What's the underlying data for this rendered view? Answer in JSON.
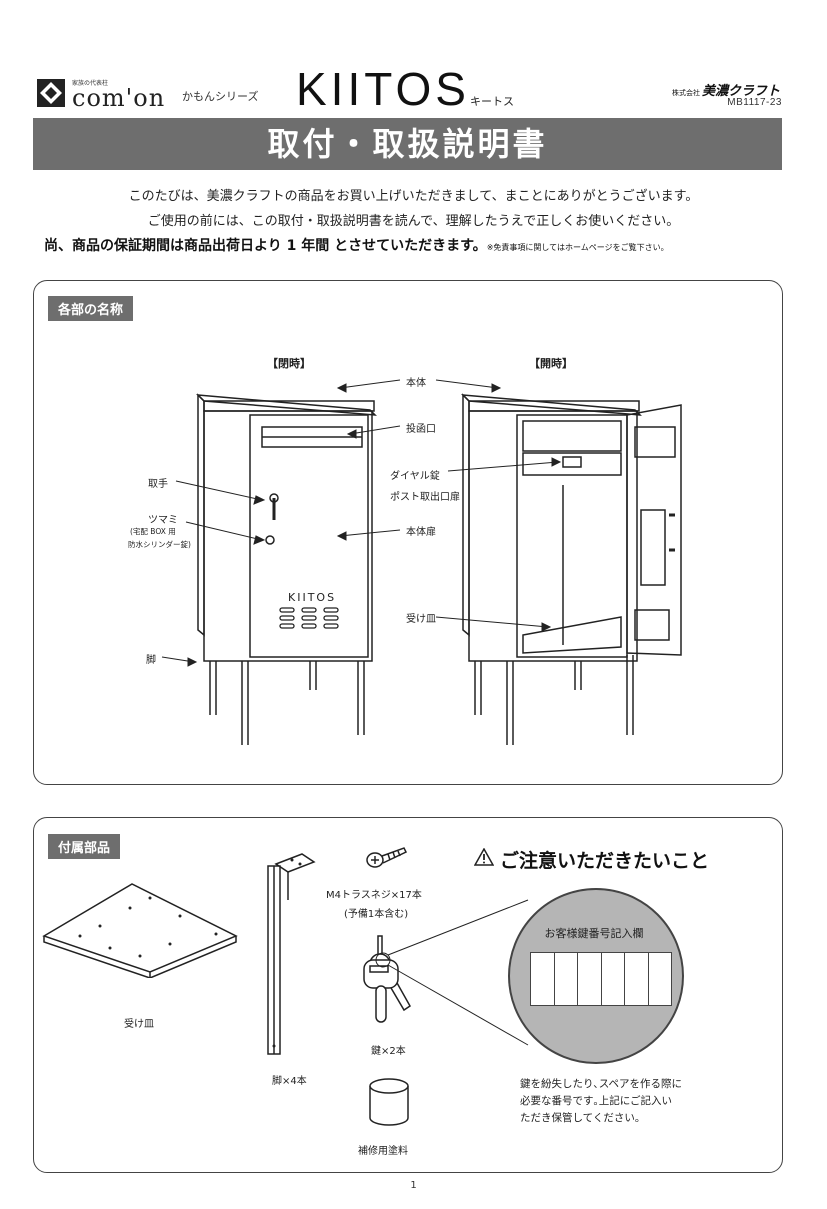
{
  "header": {
    "brand_tagline": "家族の代表柱",
    "brand_name": "com'on",
    "series_name": "かもんシリーズ",
    "product_name": "KIITOS",
    "product_kana": "キートス",
    "company_prefix": "株式会社",
    "company_name": "美濃クラフト",
    "doc_code": "MB1117-23"
  },
  "title": "取付・取扱説明書",
  "intro": {
    "line1": "このたびは、美濃クラフトの商品をお買い上げいただきまして、まことにありがとうございます。",
    "line2": "ご使用の前には、この取付・取扱説明書を読んで、理解したうえで正しくお使いください。",
    "warranty": "尚、商品の保証期間は商品出荷日より 1 年間 とさせていただきます。",
    "warranty_note": "※免責事項に関してはホームページをご覧下さい。"
  },
  "parts_section": {
    "title": "各部の名称",
    "closed_label": "【閉時】",
    "open_label": "【開時】",
    "labels": {
      "body": "本体",
      "slot": "投函口",
      "handle": "取手",
      "knob": "ツマミ",
      "knob_note": "(宅配 BOX 用",
      "knob_note2": "防水シリンダー錠)",
      "door": "本体扉",
      "dial_lock": "ダイヤル錠",
      "post_door": "ポスト取出口扉",
      "tray": "受け皿",
      "leg": "脚",
      "door_logo": "KIITOS"
    }
  },
  "accessories_section": {
    "title": "付属部品",
    "tray": "受け皿",
    "legs": "脚×4本",
    "screws": "M4トラスネジ×17本",
    "screws_note": "(予備1本含む)",
    "keys": "鍵×2本",
    "paint": "補修用塗料"
  },
  "caution": {
    "title": "ご注意いただきたいこと",
    "key_record_title": "お客様鍵番号記入欄",
    "digit_boxes": 6,
    "note_line1": "鍵を紛失したり､スペアを作る際に",
    "note_line2": "必要な番号です｡上記にご記入い",
    "note_line3": "ただき保管してください｡"
  },
  "page_number": "1"
}
